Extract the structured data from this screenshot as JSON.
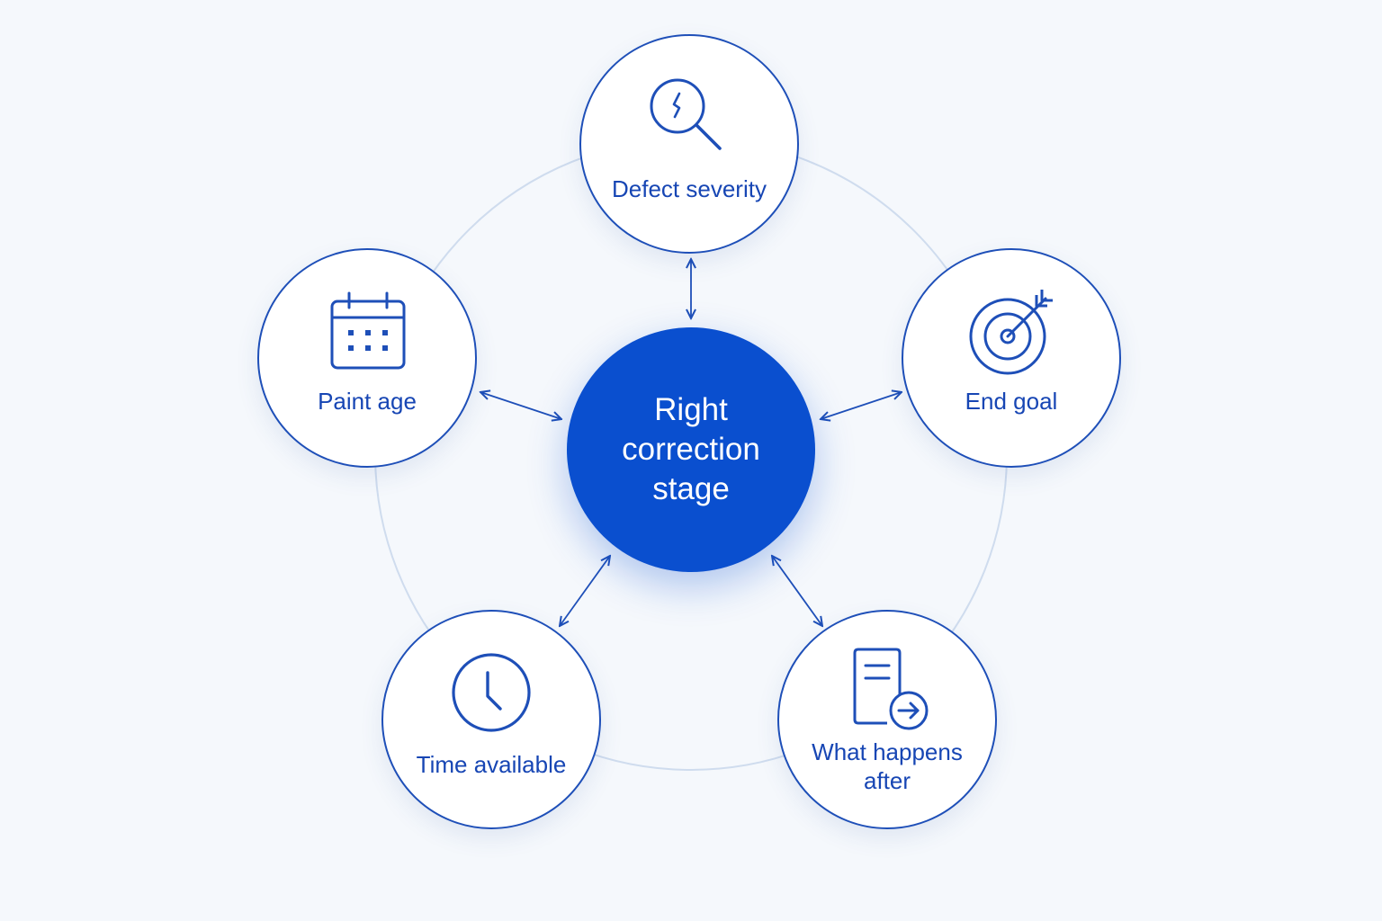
{
  "diagram": {
    "center": {
      "label": "Right correction stage"
    },
    "nodes": [
      {
        "id": "defect-severity",
        "label": "Defect severity",
        "icon": "magnifier-icon"
      },
      {
        "id": "paint-age",
        "label": "Paint age",
        "icon": "calendar-icon"
      },
      {
        "id": "end-goal",
        "label": "End goal",
        "icon": "target-arrow-icon"
      },
      {
        "id": "time-available",
        "label": "Time available",
        "icon": "clock-icon"
      },
      {
        "id": "what-happens-after",
        "label": "What happens after",
        "icon": "document-arrow-icon"
      }
    ],
    "colors": {
      "accent": "#0a4fcf",
      "outline": "#1e4fb8",
      "ring": "#cfdcee",
      "background": "#f5f8fc"
    }
  }
}
